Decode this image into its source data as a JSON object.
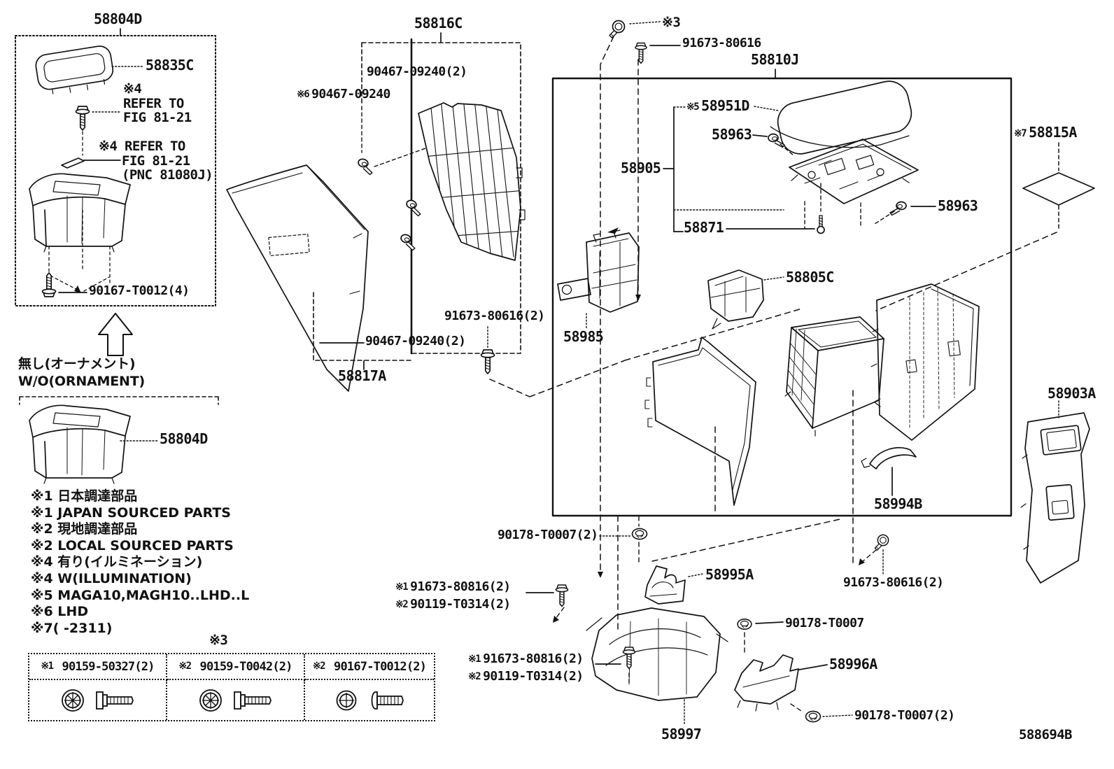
{
  "doc": {
    "drawing_code": "588694B",
    "ink": "#111111",
    "bg": "#ffffff"
  },
  "marks": {
    "m1": "※1",
    "m2": "※2",
    "m3": "※3",
    "m4": "※4",
    "m5": "※5",
    "m6": "※6",
    "m7": "※7"
  },
  "parts": {
    "p58804D": "58804D",
    "p58835C": "58835C",
    "p58816C": "58816C",
    "p58817A": "58817A",
    "p58810J": "58810J",
    "p58951D": "58951D",
    "p58963": "58963",
    "p58905": "58905",
    "p58871": "58871",
    "p58815A": "58815A",
    "p58805C": "58805C",
    "p58985": "58985",
    "p58903A": "58903A",
    "p58994B": "58994B",
    "p58995A": "58995A",
    "p58996A": "58996A",
    "p58997": "58997",
    "p90167T0012x4": "90167-T0012(4)",
    "p90467x2": "90467-09240(2)",
    "p90467": "90467-09240",
    "p91673_80616": "91673-80616",
    "p91673_80616x2": "91673-80616(2)",
    "p91673_80816x2": "91673-80816(2)",
    "p90119T0314x2": "90119-T0314(2)",
    "p90178T0007": "90178-T0007",
    "p90178T0007x2": "90178-T0007(2)"
  },
  "texts": {
    "refer_to": "REFER TO",
    "fig": "FIG 81-21",
    "x4_refer_to": "※4 REFER TO",
    "pnc": "(PNC 81080J)",
    "wo_jp": "無し(オーナメント)",
    "wo_en": "W/O(ORNAMENT)"
  },
  "notes": [
    "※1 日本調達部品",
    "※1 JAPAN SOURCED PARTS",
    "※2 現地調達部品",
    "※2 LOCAL SOURCED PARTS",
    "※4 有り(イルミネーション)",
    "※4 W(ILLUMINATION)",
    "※5 MAGA10,MAGH10..LHD..L",
    "※6 LHD",
    "※7(      -2311)"
  ],
  "fastener_table": {
    "mark": "※3",
    "cells": [
      {
        "mark": "※1",
        "part": "90159-50327(2)"
      },
      {
        "mark": "※2",
        "part": "90159-T0042(2)"
      },
      {
        "mark": "※2",
        "part": "90167-T0012(2)"
      }
    ]
  }
}
